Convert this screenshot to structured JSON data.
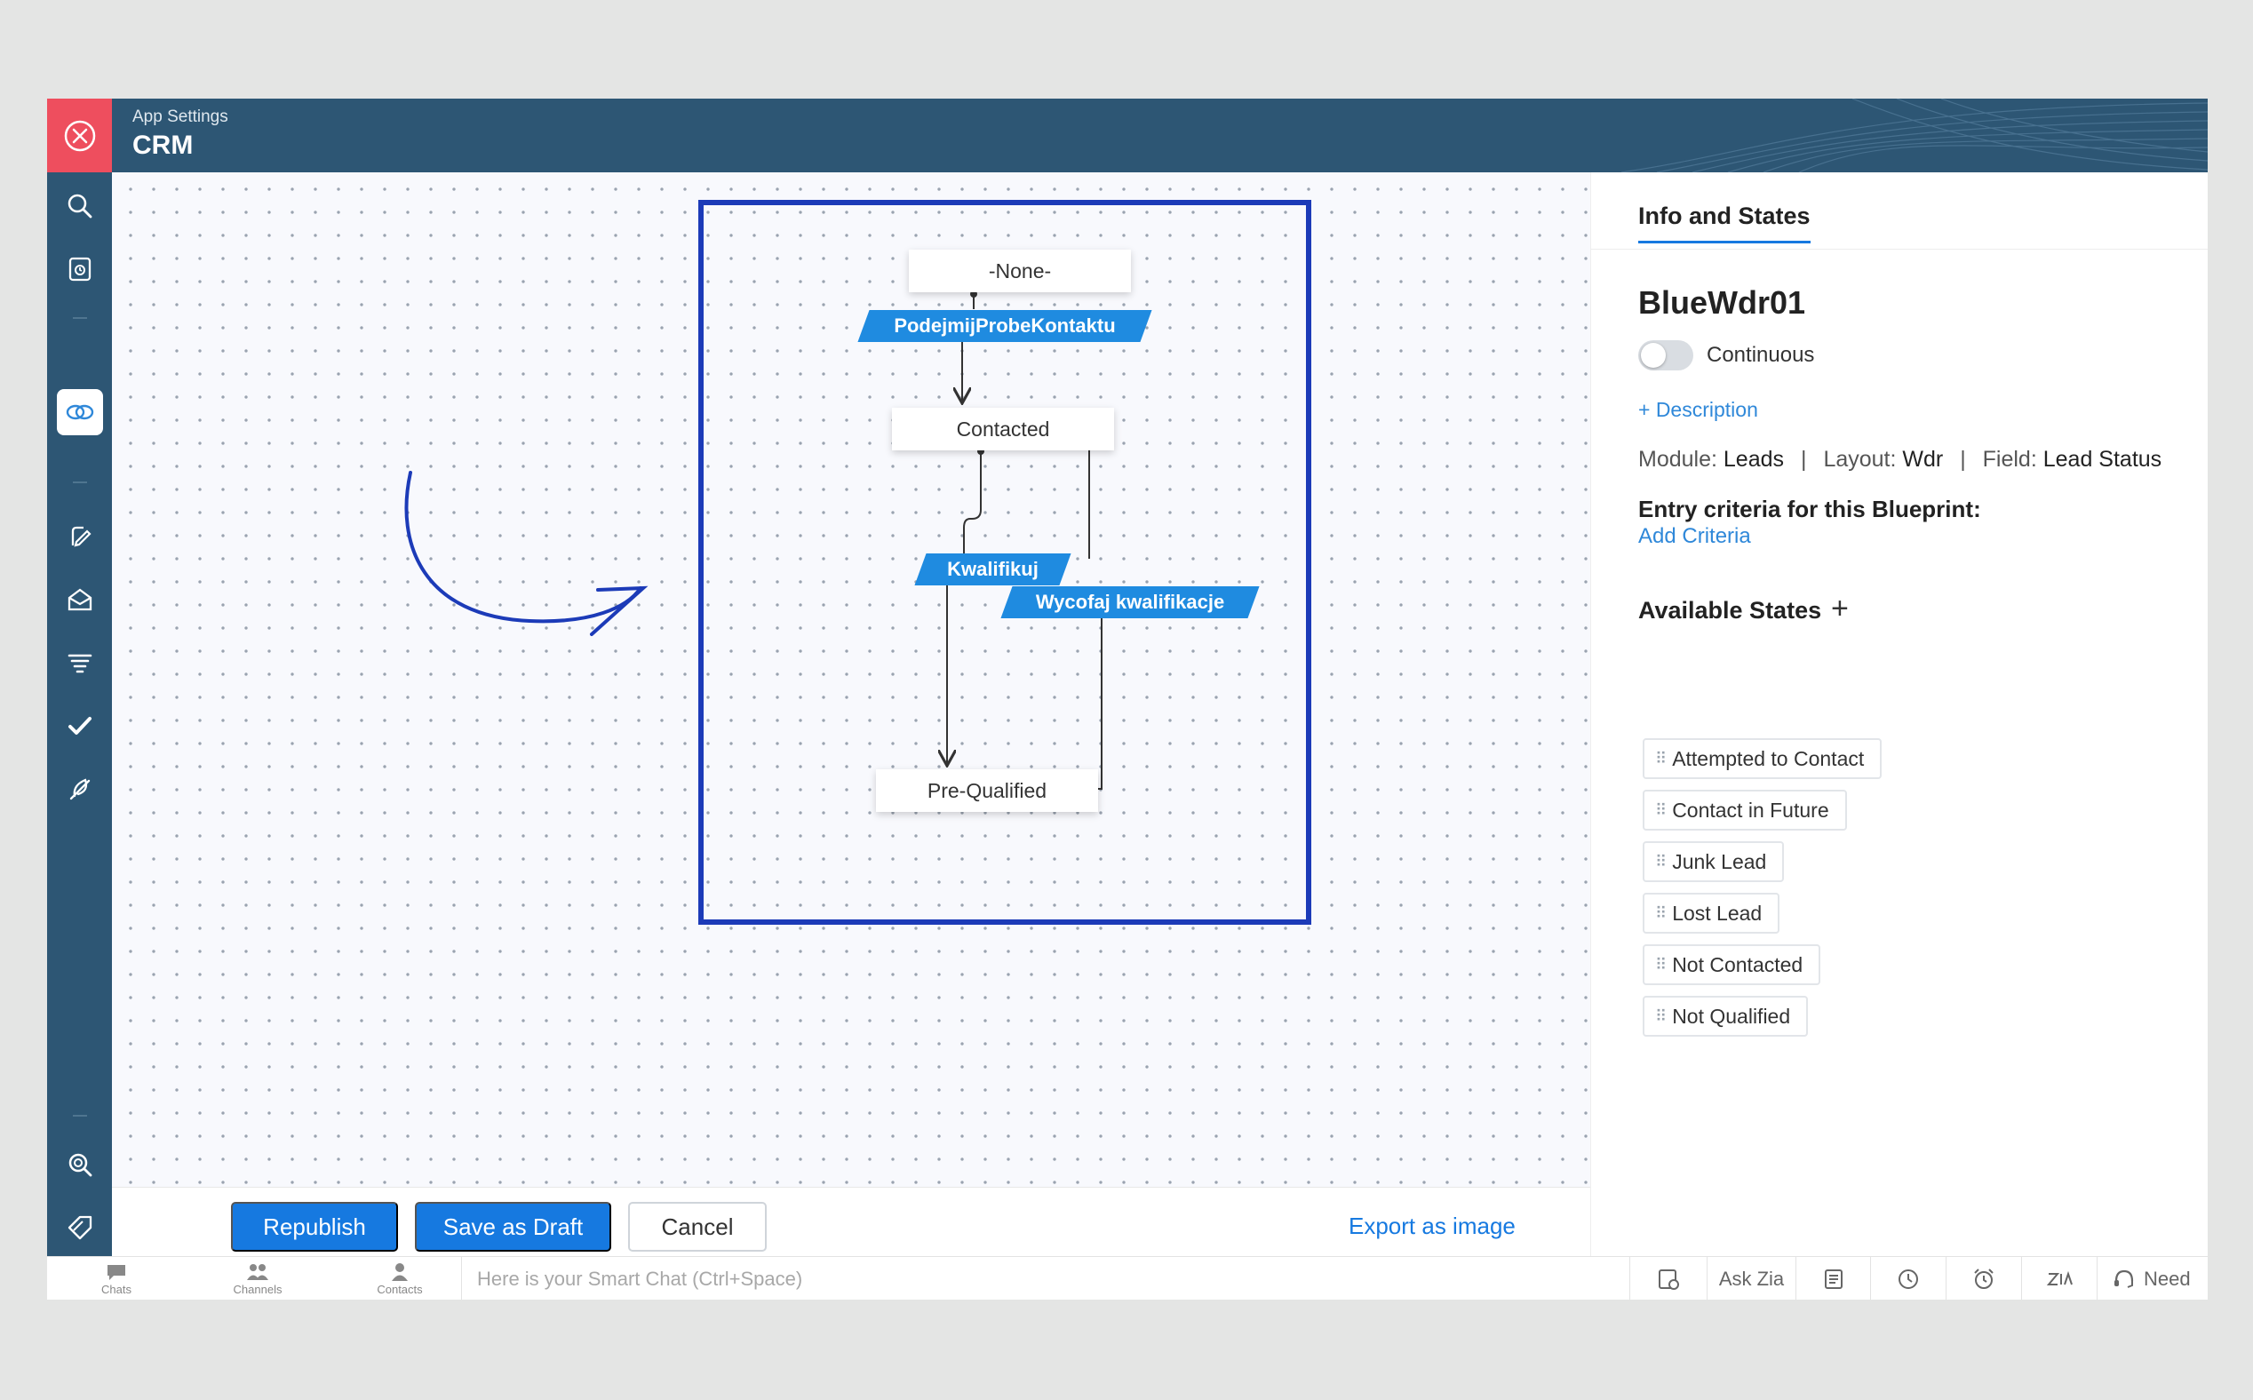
{
  "header": {
    "subtitle": "App Settings",
    "title": "CRM",
    "close_icon": "close-icon",
    "colors": {
      "header_bg": "#2d5674",
      "close_bg": "#ee4e5e"
    }
  },
  "rail": {
    "icons": [
      "search-icon",
      "recent-icon",
      "blueprint-icon",
      "edit-rules-icon",
      "inbox-icon",
      "funnel-icon",
      "approval-icon",
      "feather-icon",
      "zoom-search-icon",
      "tag-icon"
    ],
    "active": "blueprint-icon"
  },
  "blueprint": {
    "states": {
      "none": "-None-",
      "contacted": "Contacted",
      "prequalified": "Pre-Qualified"
    },
    "transitions": {
      "t1": "PodejmijProbeKontaktu",
      "t2": "Kwalifikuj",
      "t3": "Wycofaj kwalifikacje"
    },
    "transition_color": "#1f8be0",
    "highlight_color": "#1c3bb8"
  },
  "footer": {
    "republish": "Republish",
    "save_draft": "Save as Draft",
    "cancel": "Cancel",
    "export": "Export as image"
  },
  "panel": {
    "tab": "Info and States",
    "name": "BlueWdr01",
    "toggle_label": "Continuous",
    "toggle_on": false,
    "description_link": "+ Description",
    "meta": {
      "module_label": "Module:",
      "module_value": "Leads",
      "layout_label": "Layout:",
      "layout_value": "Wdr",
      "field_label": "Field:",
      "field_value": "Lead Status",
      "sep": "|"
    },
    "entry_title": "Entry criteria for this Blueprint:",
    "add_criteria": "Add Criteria",
    "available_title": "Available States",
    "available_add": "+",
    "available_states": [
      "Attempted to Contact",
      "Contact in Future",
      "Junk Lead",
      "Lost Lead",
      "Not Contacted",
      "Not Qualified"
    ]
  },
  "bottombar": {
    "chats": "Chats",
    "channels": "Channels",
    "contacts": "Contacts",
    "smart_chat_placeholder": "Here is your Smart Chat (Ctrl+Space)",
    "ask_zia": "Ask Zia",
    "need": "Need"
  }
}
